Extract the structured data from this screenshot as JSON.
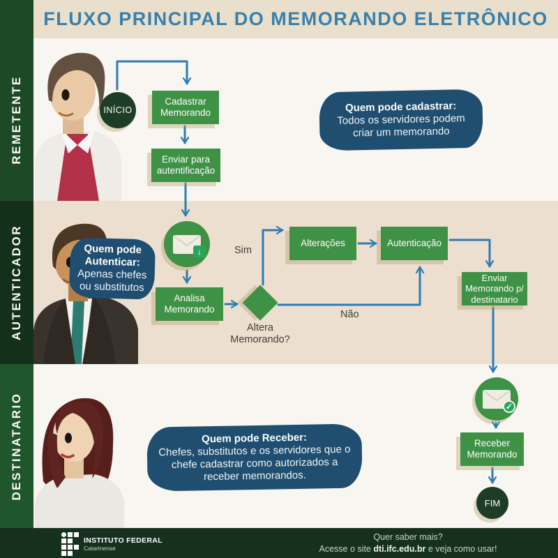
{
  "title": "FLUXO PRINCIPAL DO MEMORANDO ELETRÔNICO",
  "lanes": {
    "remetente": {
      "label": "REMETENTE"
    },
    "autenticador": {
      "label": "AUTENTICADOR"
    },
    "destinatario": {
      "label": "DESTINATARIO"
    }
  },
  "nodes": {
    "inicio": "INÍCIO",
    "cadastrar": "Cadastrar Memorando",
    "enviar_autentificacao": "Enviar para autentificação",
    "analisa": "Analisa Memorando",
    "alteracoes": "Alterações",
    "autenticacao": "Autenticação",
    "enviar_destinatario": "Enviar Memorando p/ destinatario",
    "receber": "Receber Memorando",
    "fim": "FIM"
  },
  "labels": {
    "decision": "Altera Memorando?",
    "sim": "Sim",
    "nao": "Não"
  },
  "callouts": {
    "cadastrar": {
      "heading": "Quem pode cadastrar:",
      "body": "Todos os servidores podem criar um memorando"
    },
    "autenticar": {
      "heading": "Quem pode Autenticar:",
      "body": "Apenas chefes ou substitutos"
    },
    "receber": {
      "heading": "Quem pode Receber:",
      "body": "Chefes, substitutos e os servidores que o chefe cadastrar como autorizados a receber memorandos."
    }
  },
  "footer": {
    "org_name": "INSTITUTO FEDERAL",
    "org_sub": "Catarinense",
    "cta_line1": "Quer saber mais?",
    "cta_prefix": "Acesse o site ",
    "cta_site": "dti.ifc.edu.br",
    "cta_suffix": " e veja como usar!"
  },
  "icons": {
    "mail_received": "mail-download-icon",
    "mail_delivered": "mail-check-icon",
    "logo": "instituto-federal-logo"
  },
  "colors": {
    "title_blue": "#3780ae",
    "arrow_blue": "#2e7bb0",
    "box_green": "#3e9145",
    "terminal_dark_green": "#1e3d26",
    "callout_blue": "#1f4e70",
    "band_remetente": "#1d4a26",
    "band_autenticador": "#13301b",
    "band_destinatario": "#20562b",
    "lane_light": "#f8f6f0",
    "lane_beige": "#ecdfcf",
    "title_band": "#eadfca",
    "footer_green": "#15301d",
    "badge_green": "#27a55a"
  }
}
